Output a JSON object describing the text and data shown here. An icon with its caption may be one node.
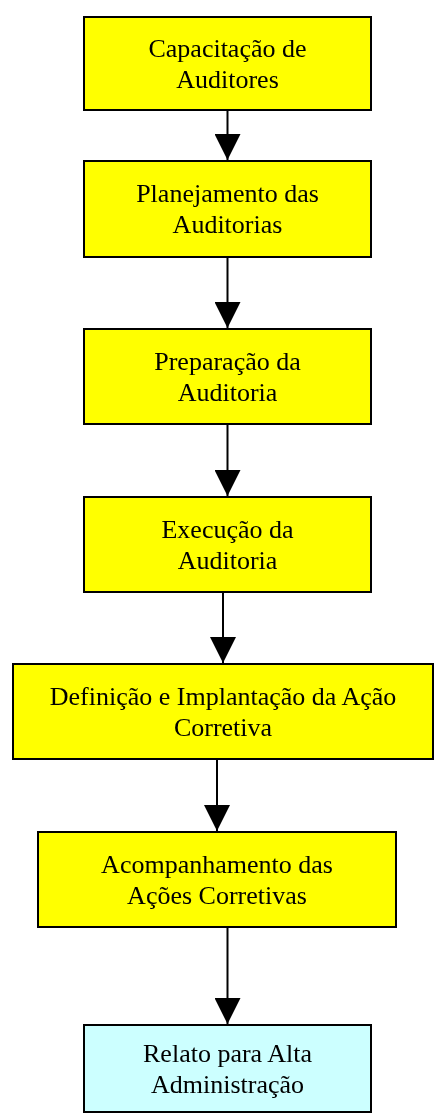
{
  "diagram": {
    "nodes": [
      {
        "text": [
          "Capacitação de Auditores"
        ]
      },
      {
        "text": [
          "Planejamento das Auditorias"
        ]
      },
      {
        "text": [
          "Preparação da Auditoria"
        ]
      },
      {
        "text": [
          "Execução da Auditoria"
        ]
      },
      {
        "text": [
          "Definição e Implantação da Ação Corretiva"
        ]
      },
      {
        "text": [
          "Acompanhamento das Ações Corretivas"
        ]
      },
      {
        "text": [
          "Relato para Alta Administração"
        ]
      }
    ],
    "edges": [
      {
        "from": 0,
        "to": 1,
        "arrow": "to"
      },
      {
        "from": 1,
        "to": 2,
        "arrow": "to"
      },
      {
        "from": 2,
        "to": 3,
        "arrow": "to"
      },
      {
        "from": 3,
        "to": 4,
        "arrow": "to"
      },
      {
        "from": 4,
        "to": 5,
        "arrow": "to"
      },
      {
        "from": 5,
        "to": 6,
        "arrow": "to"
      }
    ]
  }
}
